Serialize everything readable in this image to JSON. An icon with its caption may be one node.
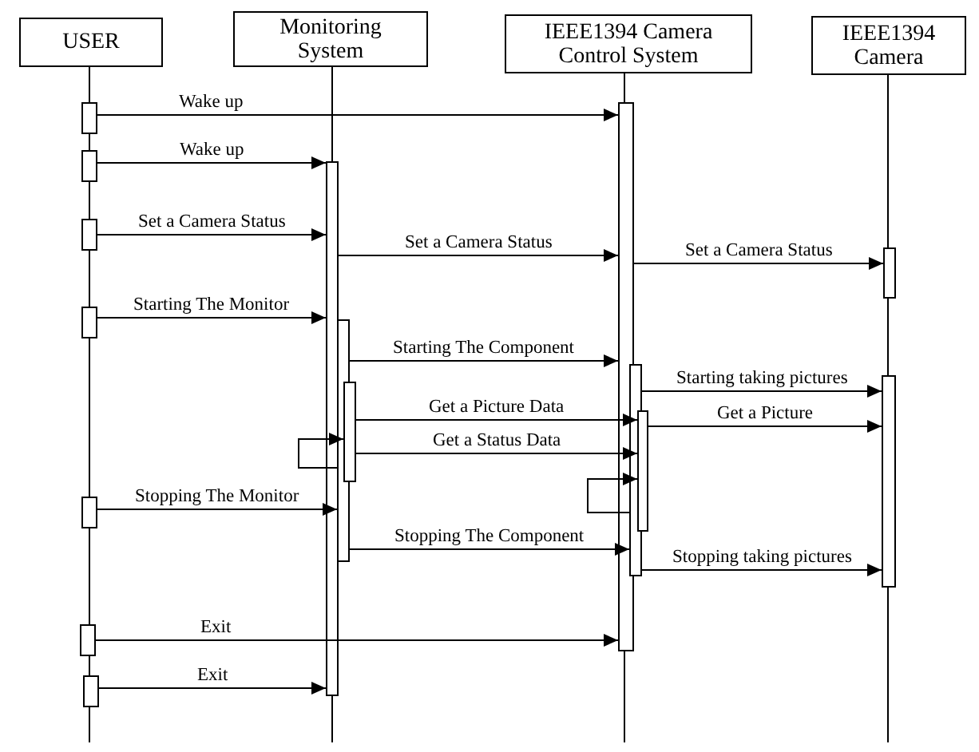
{
  "diagram": {
    "nodes": [
      {
        "text": [
          "USER"
        ]
      },
      {
        "text": [
          "Monitoring System"
        ]
      },
      {
        "text": [
          "IEEE1394 Camera Control System"
        ]
      },
      {
        "text": [
          "IEEE1394 Camera"
        ]
      },
      {
        "text": [],
        "shape": "bar"
      },
      {
        "text": [],
        "shape": "bar"
      },
      {
        "text": [],
        "shape": "bar"
      },
      {
        "text": [],
        "shape": "bar"
      },
      {
        "text": [],
        "shape": "bar"
      },
      {
        "text": [],
        "shape": "bar"
      },
      {
        "text": [],
        "shape": "bar"
      },
      {
        "text": [],
        "shape": "bar"
      },
      {
        "text": [],
        "shape": "bar"
      },
      {
        "text": [],
        "shape": "bar"
      },
      {
        "text": [],
        "shape": "bar"
      },
      {
        "text": [],
        "shape": "bar"
      },
      {
        "text": [],
        "shape": "bar"
      },
      {
        "text": [],
        "shape": "bar"
      },
      {
        "text": [],
        "shape": "bar"
      }
    ],
    "edges": [
      {
        "from": 4,
        "to": 14,
        "arrow": "to",
        "label": "Wake up"
      },
      {
        "from": 5,
        "to": 11,
        "arrow": "to",
        "label": "Wake up"
      },
      {
        "from": 6,
        "to": 11,
        "arrow": "to",
        "label": "Set a Camera Status"
      },
      {
        "from": 11,
        "to": 14,
        "arrow": "to",
        "label": "Set a Camera Status"
      },
      {
        "from": 14,
        "to": 17,
        "arrow": "to",
        "label": "Set a Camera Status"
      },
      {
        "from": 7,
        "to": 11,
        "arrow": "to",
        "label": "Starting The Monitor"
      },
      {
        "from": 12,
        "to": 14,
        "arrow": "to",
        "label": "Starting The Component"
      },
      {
        "from": 15,
        "to": 18,
        "arrow": "to",
        "label": "Starting taking pictures"
      },
      {
        "from": 13,
        "to": 16,
        "arrow": "to",
        "label": "Get a Picture Data"
      },
      {
        "from": 16,
        "to": 18,
        "arrow": "to",
        "label": "Get a Picture"
      },
      {
        "from": 12,
        "to": 13,
        "arrow": "to"
      },
      {
        "from": 13,
        "to": 16,
        "arrow": "to",
        "label": "Get a Status Data"
      },
      {
        "from": 15,
        "to": 16,
        "arrow": "to"
      },
      {
        "from": 8,
        "to": 12,
        "arrow": "to",
        "label": "Stopping The Monitor"
      },
      {
        "from": 12,
        "to": 15,
        "arrow": "to",
        "label": "Stopping The Component"
      },
      {
        "from": 15,
        "to": 18,
        "arrow": "to",
        "label": "Stopping taking pictures"
      },
      {
        "from": 9,
        "to": 14,
        "arrow": "to",
        "label": "Exit"
      },
      {
        "from": 10,
        "to": 11,
        "arrow": "to",
        "label": "Exit"
      }
    ]
  }
}
